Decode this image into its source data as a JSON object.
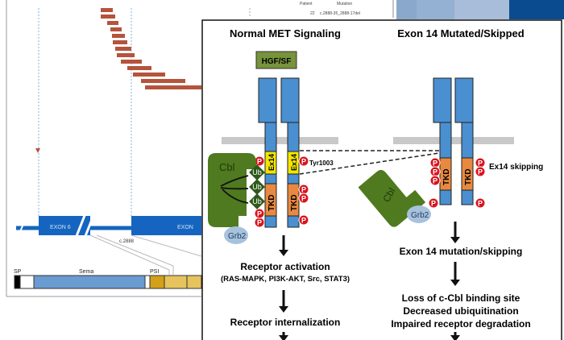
{
  "background_slide": {
    "table_header": {
      "patient": "Patient",
      "mutation": "Mutation"
    },
    "table_row": {
      "patient": "22",
      "mutation": "c.2888-35_2888-17del"
    },
    "exon_labels": [
      "EXON 6",
      "EXON"
    ],
    "variant_label": "c.2888",
    "domains": {
      "sp": "SP",
      "sema": "Sema",
      "psi": "PSI"
    },
    "colors": {
      "exon": "#1565c0",
      "bars": "#b5533c",
      "sema": "#6a9bd1",
      "psi": "#d4a017"
    }
  },
  "diagram": {
    "left_title": "Normal MET Signaling",
    "right_title": "Exon 14 Mutated/Skipped",
    "ligand": "HGF/SF",
    "ex14": "Ex14",
    "tkd": "TKD",
    "p": "P",
    "ub": "Ub",
    "cbl": "Cbl",
    "grb2": "Grb2",
    "tyr": "Tyr1003",
    "skip_label": "Ex14 skipping",
    "left_steps": [
      "Receptor activation",
      "(RAS-MAPK, PI3K-AKT, Src, STAT3)",
      "Receptor internalization"
    ],
    "right_steps": [
      "Exon 14 mutation/skipping",
      "Loss of c-Cbl binding site",
      "Decreased ubiquitination",
      "Impaired receptor degradation"
    ],
    "colors": {
      "receptor": "#4a8fd0",
      "ex14": "#f2e600",
      "tkd": "#e8893f",
      "p": "#d9141e",
      "cbl": "#4f7a1f",
      "ub": "#2f5a1a",
      "grb2": "#a7c2dd",
      "ligand": "#77933c",
      "membrane": "#c8c8c8"
    }
  }
}
